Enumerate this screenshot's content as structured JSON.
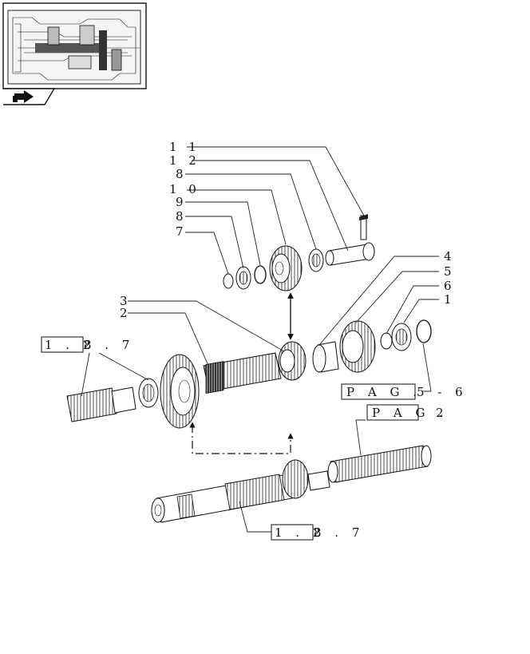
{
  "thumbnail": {
    "icon": "assembly-overview-icon",
    "nav_icon": "arrow-icon"
  },
  "callouts": {
    "c11": "1 1",
    "c12": "1 2",
    "c8a": "8",
    "c10": "1 0",
    "c9": "9",
    "c8b": "8",
    "c7": "7",
    "c3": "3",
    "c2": "2",
    "c4": "4",
    "c5": "5",
    "c6": "6",
    "c1": "1"
  },
  "references": {
    "ref_left_box": "1 . 2",
    "ref_left_tail": "8 . 7",
    "ref_pag56_box": "P A G .",
    "ref_pag56_tail": "5  -  6",
    "ref_pag2_box": "P A G .",
    "ref_pag2_tail": "2",
    "ref_bottom_box": "1 . 2",
    "ref_bottom_tail": "8 . 7"
  }
}
